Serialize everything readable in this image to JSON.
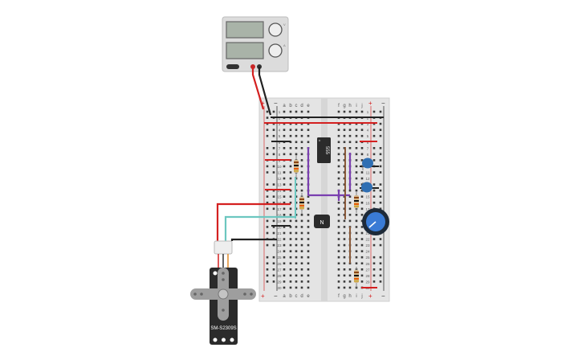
{
  "power_supply": {
    "knob_labels": [
      "V",
      "A"
    ]
  },
  "breadboard": {
    "column_labels_left": [
      "a",
      "b",
      "c",
      "d",
      "e"
    ],
    "column_labels_right": [
      "f",
      "g",
      "h",
      "i",
      "j"
    ],
    "rail_plus": "+",
    "rail_minus": "−",
    "row_numbers": [
      "1",
      "2",
      "3",
      "4",
      "5",
      "6",
      "7",
      "8",
      "9",
      "10",
      "11",
      "12",
      "13",
      "14",
      "15",
      "16",
      "17",
      "18",
      "19",
      "20",
      "21",
      "22",
      "23",
      "24",
      "25",
      "26",
      "27",
      "28",
      "29",
      "30"
    ]
  },
  "components": {
    "timer_ic_label": "555",
    "transistor_label": "N",
    "servo_model": "SM-S2309S"
  },
  "colors": {
    "wire_red": "#d42020",
    "wire_black": "#222222",
    "wire_teal": "#6cc7c0",
    "wire_purple": "#7a3fb0",
    "wire_brown": "#8a5a3a",
    "capacitor_blue": "#2f6fb3",
    "pot_blue": "#3a7bd5",
    "breadboard": "#e4e4e4",
    "rail_red": "#d94a4a"
  }
}
